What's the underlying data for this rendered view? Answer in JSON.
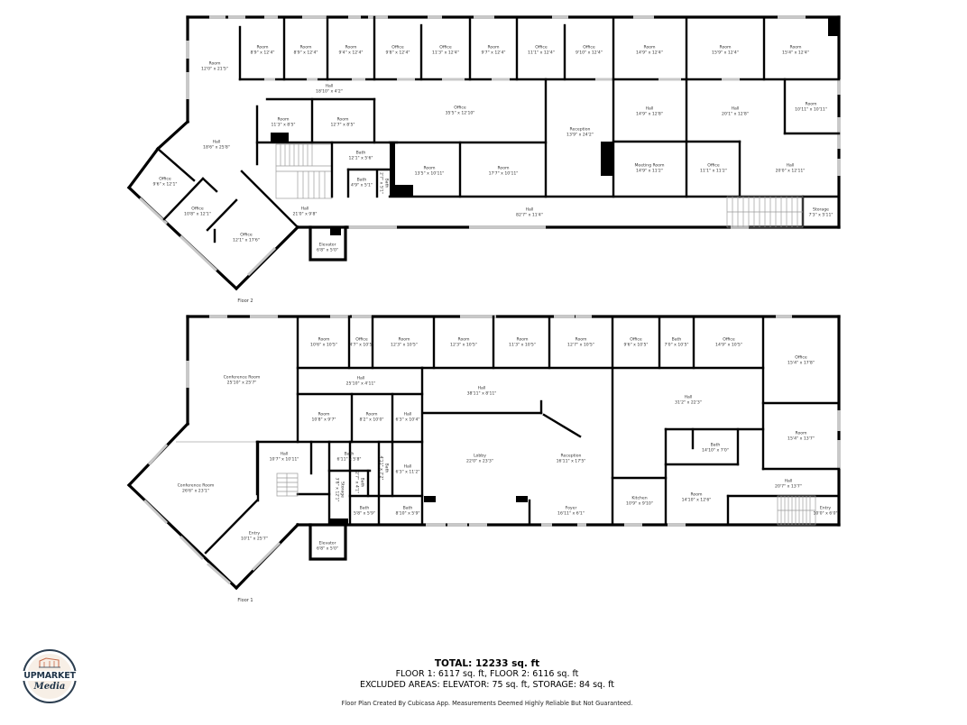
{
  "floor2": {
    "label": "Floor 2",
    "rooms": [
      {
        "name": "Room",
        "dims": "12'0\" x 21'5\""
      },
      {
        "name": "Room",
        "dims": "8'9\" x 12'4\""
      },
      {
        "name": "Room",
        "dims": "8'9\" x 12'4\""
      },
      {
        "name": "Room",
        "dims": "9'4\" x 12'4\""
      },
      {
        "name": "Office",
        "dims": "9'8\" x 12'4\""
      },
      {
        "name": "Office",
        "dims": "11'3\" x 12'4\""
      },
      {
        "name": "Room",
        "dims": "9'7\" x 12'4\""
      },
      {
        "name": "Office",
        "dims": "11'1\" x 12'4\""
      },
      {
        "name": "Office",
        "dims": "9'10\" x 12'4\""
      },
      {
        "name": "Room",
        "dims": "14'9\" x 12'4\""
      },
      {
        "name": "Room",
        "dims": "15'9\" x 12'4\""
      },
      {
        "name": "Room",
        "dims": "15'4\" x 12'4\""
      },
      {
        "name": "Hall",
        "dims": "18'10\" x 4'2\""
      },
      {
        "name": "Office",
        "dims": "35'5\" x 12'10\""
      },
      {
        "name": "Room",
        "dims": "11'3\" x 8'5\""
      },
      {
        "name": "Room",
        "dims": "12'7\" x 8'5\""
      },
      {
        "name": "Hall",
        "dims": "18'6\" x 25'8\""
      },
      {
        "name": "Reception",
        "dims": "13'9\" x 24'2\""
      },
      {
        "name": "Hall",
        "dims": "14'9\" x 12'8\""
      },
      {
        "name": "Hall",
        "dims": "20'1\" x 12'8\""
      },
      {
        "name": "Room",
        "dims": "10'11\" x 10'11\""
      },
      {
        "name": "Bath",
        "dims": "12'1\" x 5'6\""
      },
      {
        "name": "Bath",
        "dims": "4'9\" x 5'1\""
      },
      {
        "name": "Bath",
        "dims": "2'7\" x 5'1\""
      },
      {
        "name": "Room",
        "dims": "13'5\" x 10'11\""
      },
      {
        "name": "Room",
        "dims": "17'7\" x 10'11\""
      },
      {
        "name": "Meeting Room",
        "dims": "14'9\" x 11'2\""
      },
      {
        "name": "Office",
        "dims": "11'1\" x 11'2\""
      },
      {
        "name": "Hall",
        "dims": "20'0\" x 12'11\""
      },
      {
        "name": "Office",
        "dims": "9'6\" x 12'1\""
      },
      {
        "name": "Office",
        "dims": "10'8\" x 12'1\""
      },
      {
        "name": "Office",
        "dims": "12'1\" x 17'6\""
      },
      {
        "name": "Hall",
        "dims": "21'0\" x 9'8\""
      },
      {
        "name": "Hall",
        "dims": "82'7\" x 11'4\""
      },
      {
        "name": "Storage",
        "dims": "7'3\" x 5'11\""
      },
      {
        "name": "Elevator",
        "dims": "6'8\" x 5'0\""
      }
    ]
  },
  "floor1": {
    "label": "Floor 1",
    "rooms": [
      {
        "name": "Conference Room",
        "dims": "25'10\" x 25'7\""
      },
      {
        "name": "Room",
        "dims": "10'6\" x 10'5\""
      },
      {
        "name": "Office",
        "dims": "4'7\" x 10'5\""
      },
      {
        "name": "Room",
        "dims": "12'3\" x 10'5\""
      },
      {
        "name": "Room",
        "dims": "12'3\" x 10'5\""
      },
      {
        "name": "Room",
        "dims": "11'3\" x 10'5\""
      },
      {
        "name": "Room",
        "dims": "12'7\" x 10'5\""
      },
      {
        "name": "Office",
        "dims": "9'6\" x 10'5\""
      },
      {
        "name": "Bath",
        "dims": "7'0\" x 10'5\""
      },
      {
        "name": "Office",
        "dims": "14'9\" x 10'5\""
      },
      {
        "name": "Office",
        "dims": "15'4\" x 17'8\""
      },
      {
        "name": "Hall",
        "dims": "25'10\" x 4'11\""
      },
      {
        "name": "Hall",
        "dims": "38'11\" x 8'11\""
      },
      {
        "name": "Hall",
        "dims": "31'2\" x 22'3\""
      },
      {
        "name": "Room",
        "dims": "10'8\" x 9'7\""
      },
      {
        "name": "Room",
        "dims": "8'2\" x 10'0\""
      },
      {
        "name": "Hall",
        "dims": "6'3\" x 10'4\""
      },
      {
        "name": "Room",
        "dims": "15'4\" x 13'7\""
      },
      {
        "name": "Bath",
        "dims": "14'10\" x 7'0\""
      },
      {
        "name": "Hall",
        "dims": "10'7\" x 10'11\""
      },
      {
        "name": "Bath",
        "dims": "6'11\" x 5'8\""
      },
      {
        "name": "Bath",
        "dims": "4'11\" x 7'2\""
      },
      {
        "name": "Bath",
        "dims": "2'7\" x 4'1\""
      },
      {
        "name": "Storage",
        "dims": "3'8\" x 12'1\""
      },
      {
        "name": "Hall",
        "dims": "6'3\" x 11'2\""
      },
      {
        "name": "Lobby",
        "dims": "22'0\" x 23'3\""
      },
      {
        "name": "Reception",
        "dims": "16'11\" x 17'5\""
      },
      {
        "name": "Hall",
        "dims": "20'7\" x 13'7\""
      },
      {
        "name": "Conference Room",
        "dims": "26'6\" x 23'1\""
      },
      {
        "name": "Kitchen",
        "dims": "10'9\" x 9'10\""
      },
      {
        "name": "Room",
        "dims": "14'10\" x 12'6\""
      },
      {
        "name": "Bath",
        "dims": "5'8\" x 5'9\""
      },
      {
        "name": "Bath",
        "dims": "8'10\" x 5'9\""
      },
      {
        "name": "Foyer",
        "dims": "16'11\" x 6'1\""
      },
      {
        "name": "Entry",
        "dims": "10'0\" x 6'0\""
      },
      {
        "name": "Entry",
        "dims": "10'1\" x 25'7\""
      },
      {
        "name": "Elevator",
        "dims": "6'8\" x 5'0\""
      }
    ]
  },
  "summary": {
    "total": "TOTAL: 12233 sq. ft",
    "floors": "FLOOR 1: 6117 sq. ft, FLOOR 2: 6116 sq. ft",
    "excluded": "EXCLUDED AREAS: ELEVATOR: 75 sq. ft, STORAGE: 84 sq. ft",
    "disclaimer": "Floor Plan Created By Cubicasa App. Measurements Deemed Highly Reliable But Not Guaranteed."
  },
  "logo": {
    "brand": "UPMARKET",
    "sub": "Media",
    "colors": {
      "navy": "#1f3448",
      "accent": "#c86b4a"
    }
  }
}
